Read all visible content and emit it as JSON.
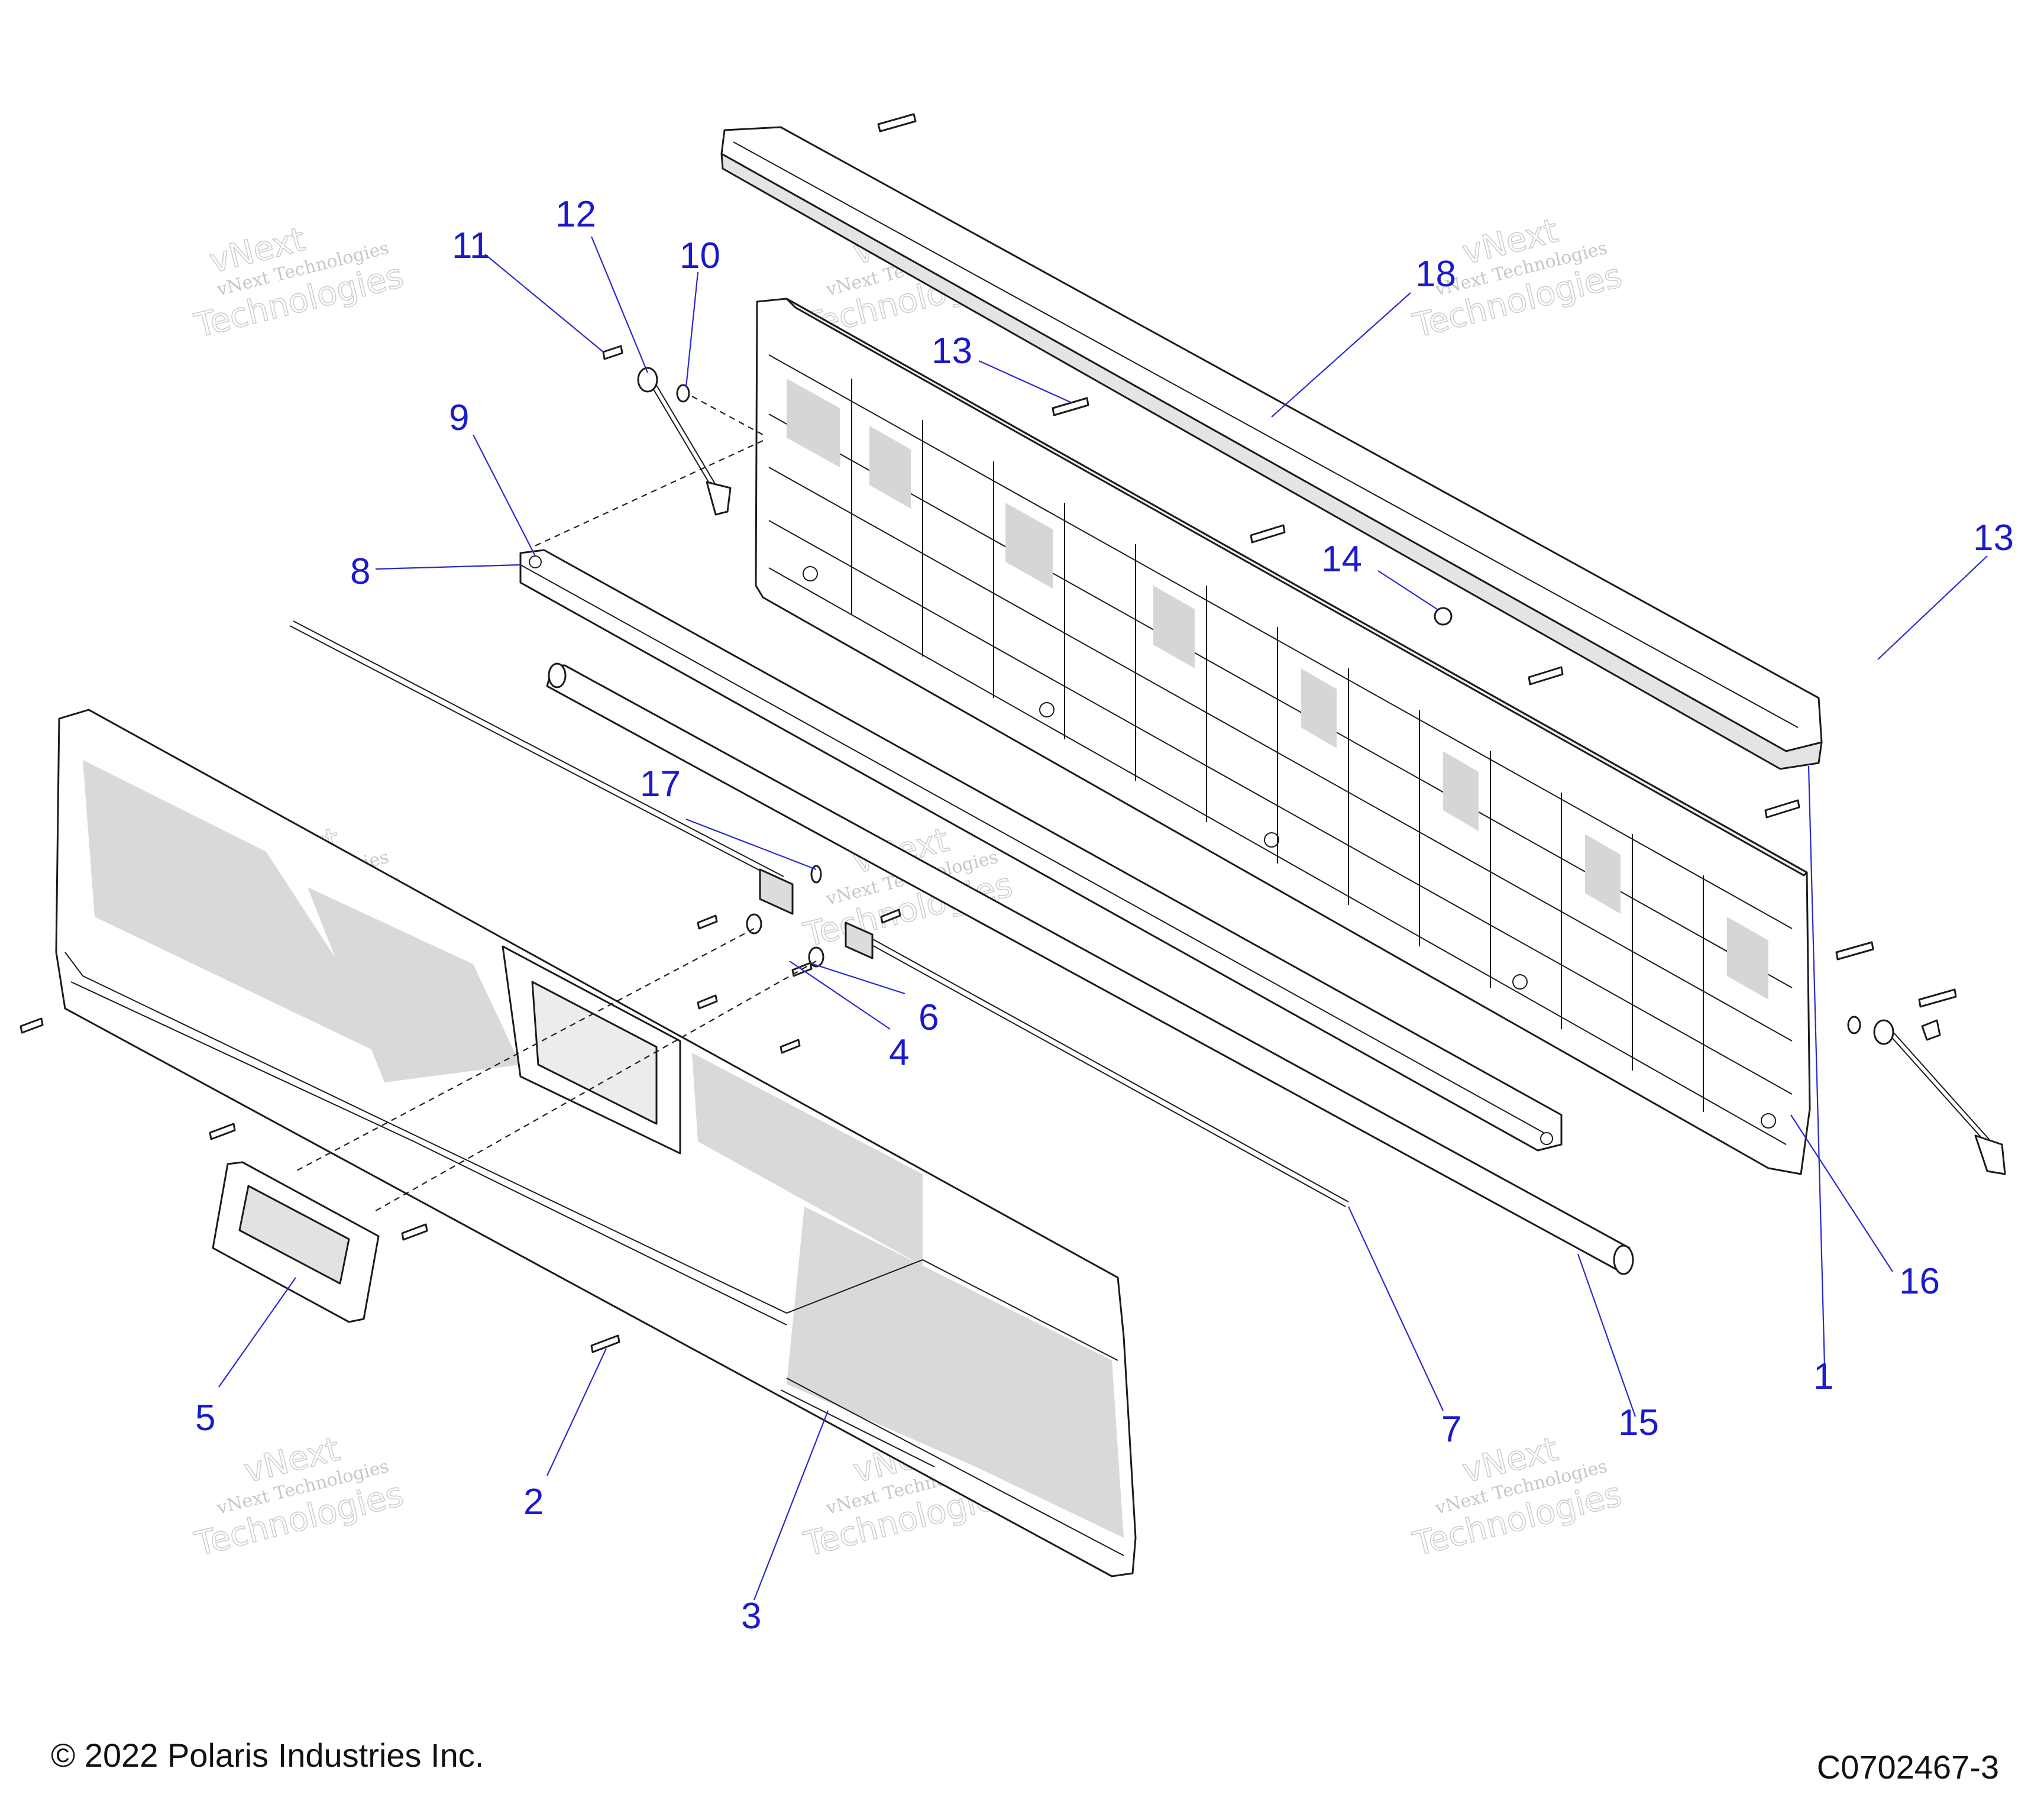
{
  "callouts": [
    "1",
    "2",
    "3",
    "4",
    "5",
    "6",
    "7",
    "8",
    "9",
    "10",
    "11",
    "12",
    "13",
    "13",
    "14",
    "15",
    "16",
    "17",
    "18"
  ],
  "watermark": {
    "line1": "vNext Technologies",
    "line2": "vNext",
    "line3": "Technologies"
  },
  "footer": {
    "copyright": "© 2022 Polaris Industries Inc.",
    "diagram_code": "C0702467-3"
  }
}
